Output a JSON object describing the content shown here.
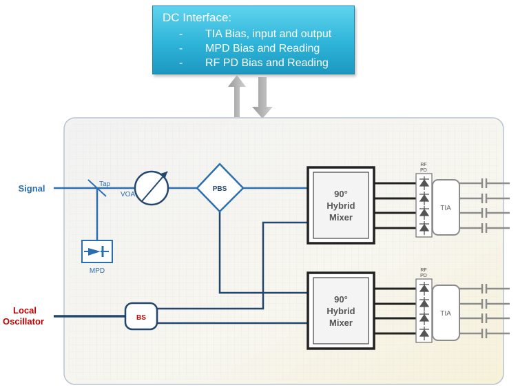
{
  "dc_interface": {
    "title": "DC Interface:",
    "items": [
      "TIA Bias, input and output",
      "MPD Bias and Reading",
      "RF PD Bias and Reading"
    ]
  },
  "labels": {
    "signal": "Signal",
    "local_oscillator_line1": "Local",
    "local_oscillator_line2": "Oscillator",
    "tap": "Tap",
    "voa": "VOA",
    "pbs": "PBS",
    "mpd": "MPD",
    "bs": "BS",
    "rf_pd_line1": "RF",
    "rf_pd_line2": "PD",
    "tia": "TIA",
    "mixer_line1": "90°",
    "mixer_line2": "Hybrid",
    "mixer_line3": "Mixer"
  },
  "colors": {
    "signal_line": "#2a6eb0",
    "lo_text": "#c00000",
    "dark_line": "#23466f",
    "gray": "#8c8c8c",
    "dc_fill": "#2eb4d9"
  }
}
